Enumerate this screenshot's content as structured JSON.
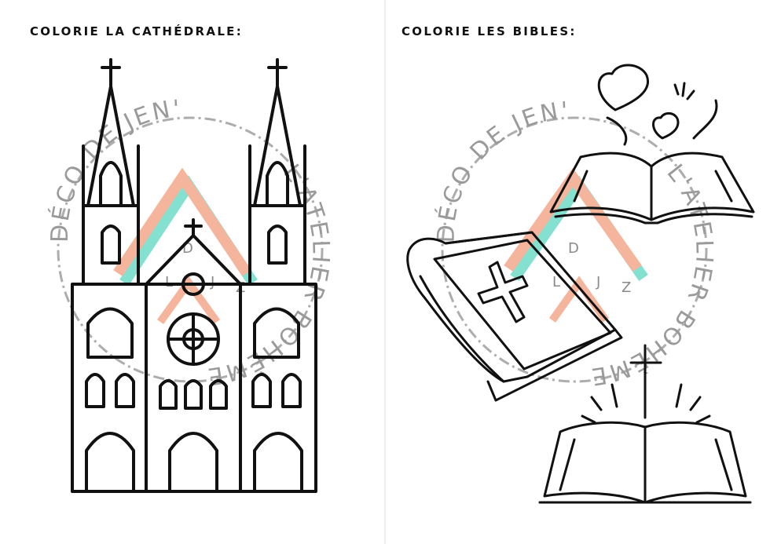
{
  "left_panel": {
    "title": "COLORIE LA CATHÉDRALE:"
  },
  "right_panel": {
    "title": "COLORIE LES BIBLES:"
  },
  "watermark": {
    "top_text": "DÉCO DE JEN'",
    "right_text": "L'ATELIER BOHÈME",
    "monogram_letters": [
      "D",
      "L",
      "J",
      "Z"
    ],
    "colors": {
      "salmon": "#f4a98c",
      "mint": "#6fdcc8",
      "ring": "#8a8a8a"
    }
  },
  "colors": {
    "line": "#111111",
    "background": "#ffffff",
    "divider": "#eeeeee"
  }
}
